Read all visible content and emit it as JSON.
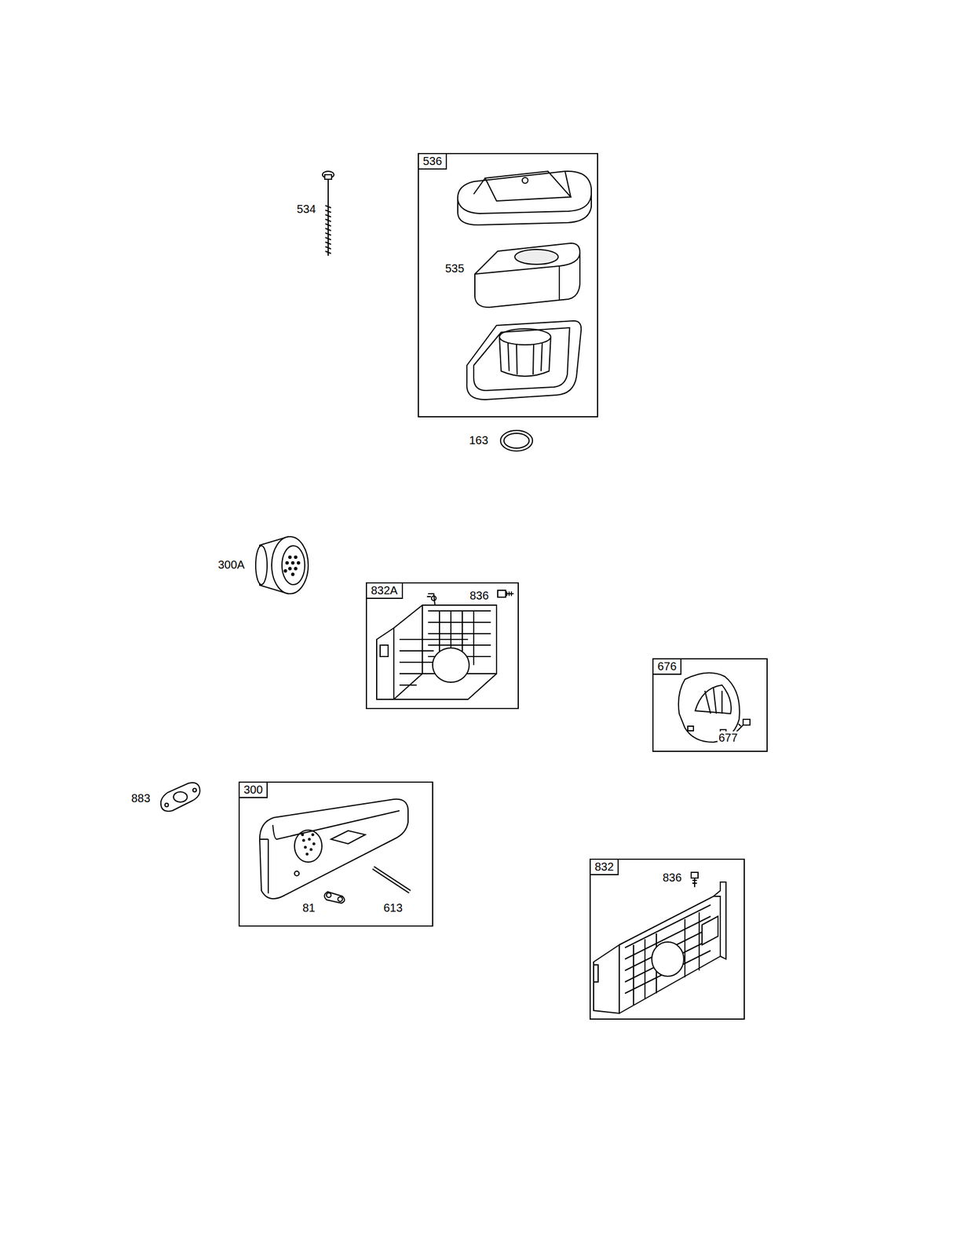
{
  "diagram": {
    "nodes": [
      {
        "text": [
          "536",
          "535"
        ]
      },
      {
        "text": [
          "832A",
          "836"
        ]
      },
      {
        "text": [
          "676",
          "677"
        ]
      },
      {
        "text": [
          "300",
          "81",
          "613"
        ]
      },
      {
        "text": [
          "832",
          "836"
        ]
      }
    ],
    "labels": [
      "534",
      "163",
      "300A",
      "883"
    ]
  }
}
